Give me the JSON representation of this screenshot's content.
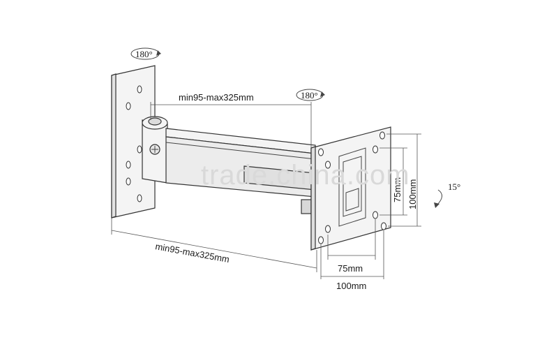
{
  "rotation_labels": {
    "wall_plate": "180°",
    "arm_joint": "180°",
    "tilt": "15°"
  },
  "dimensions": {
    "arm_length_top": "min95-max325mm",
    "arm_length_bottom": "min95-max325mm",
    "vesa_h_small": "75mm",
    "vesa_h_large": "100mm",
    "vesa_v_small": "75mm",
    "vesa_v_large": "100mm"
  },
  "watermark": "trade.china.com",
  "colors": {
    "line": "#333333",
    "fill": "#f4f4f4",
    "watermark": "#d9d9d9"
  }
}
